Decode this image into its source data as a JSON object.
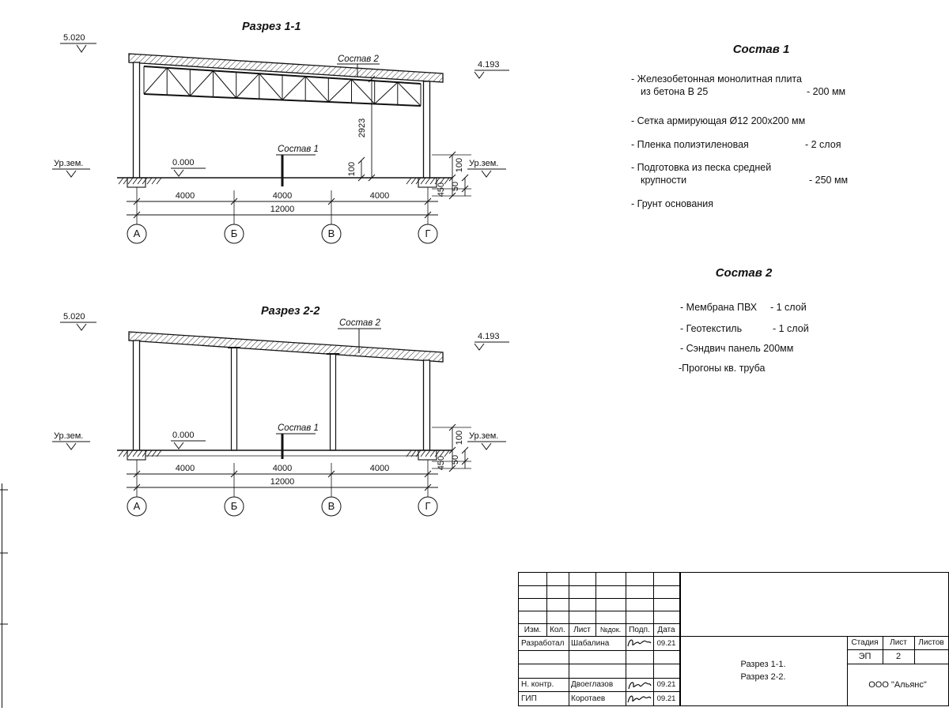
{
  "section1": {
    "title": "Разрез 1-1",
    "elev_top": "5.020",
    "elev_eave": "4.193",
    "ground_left": "Ур.зем.",
    "ground_right": "Ур.зем.",
    "zero": "0.000",
    "ref_sostav1": "Состав 1",
    "ref_sostav2": "Состав 2",
    "truss_height": "2923",
    "slab_thk": "100",
    "right_top": "100",
    "right_mid": "450",
    "right_small": "50",
    "span1": "4000",
    "span2": "4000",
    "span3": "4000",
    "total": "12000",
    "axis1": "А",
    "axis2": "Б",
    "axis3": "В",
    "axis4": "Г"
  },
  "section2": {
    "title": "Разрез 2-2",
    "elev_top": "5.020",
    "elev_eave": "4.193",
    "ground_left": "Ур.зем.",
    "ground_right": "Ур.зем.",
    "zero": "0.000",
    "ref_sostav1": "Состав 1",
    "ref_sostav2": "Состав 2",
    "right_top": "100",
    "right_mid": "450",
    "right_small": "50",
    "span1": "4000",
    "span2": "4000",
    "span3": "4000",
    "total": "12000",
    "axis1": "А",
    "axis2": "Б",
    "axis3": "В",
    "axis4": "Г"
  },
  "sostav1": {
    "title": "Состав 1",
    "i1_l1": "- Железобетонная  монолитная плита",
    "i1_l2": "из бетона В 25",
    "i1_v": "- 200 мм",
    "i2": "- Сетка армирующая Ø12 200x200 мм",
    "i3": "- Пленка полиэтиленовая",
    "i3_v": "- 2 слоя",
    "i4_l1": "- Подготовка из песка средней",
    "i4_l2": "крупности",
    "i4_v": "- 250 мм",
    "i5": "- Грунт основания"
  },
  "sostav2": {
    "title": "Состав 2",
    "i1": "- Мембрана ПВХ",
    "i1_v": "- 1 слой",
    "i2": "- Геотекстиль",
    "i2_v": "- 1 слой",
    "i3": "- Сэндвич панель 200мм",
    "i4": "-Прогоны кв. труба"
  },
  "titleblock": {
    "h_izm": "Изм.",
    "h_kol": "Кол.",
    "h_list": "Лист",
    "h_ndok": "№док.",
    "h_podp": "Подп.",
    "h_data": "Дата",
    "r1_role": "Разработал",
    "r1_name": "Шабалина",
    "r1_date": "09.21",
    "r2_role": "Н. контр.",
    "r2_name": "Двоеглазов",
    "r2_date": "09.21",
    "r3_role": "ГИП",
    "r3_name": "Коротаев",
    "r3_date": "09.21",
    "doc1": "Разрез 1-1.",
    "doc2": "Разрез 2-2.",
    "h_stage": "Стадия",
    "h_sheet": "Лист",
    "h_sheets": "Листов",
    "stage": "ЭП",
    "sheet": "2",
    "sheets": "",
    "org": "ООО \"Альянс\""
  }
}
